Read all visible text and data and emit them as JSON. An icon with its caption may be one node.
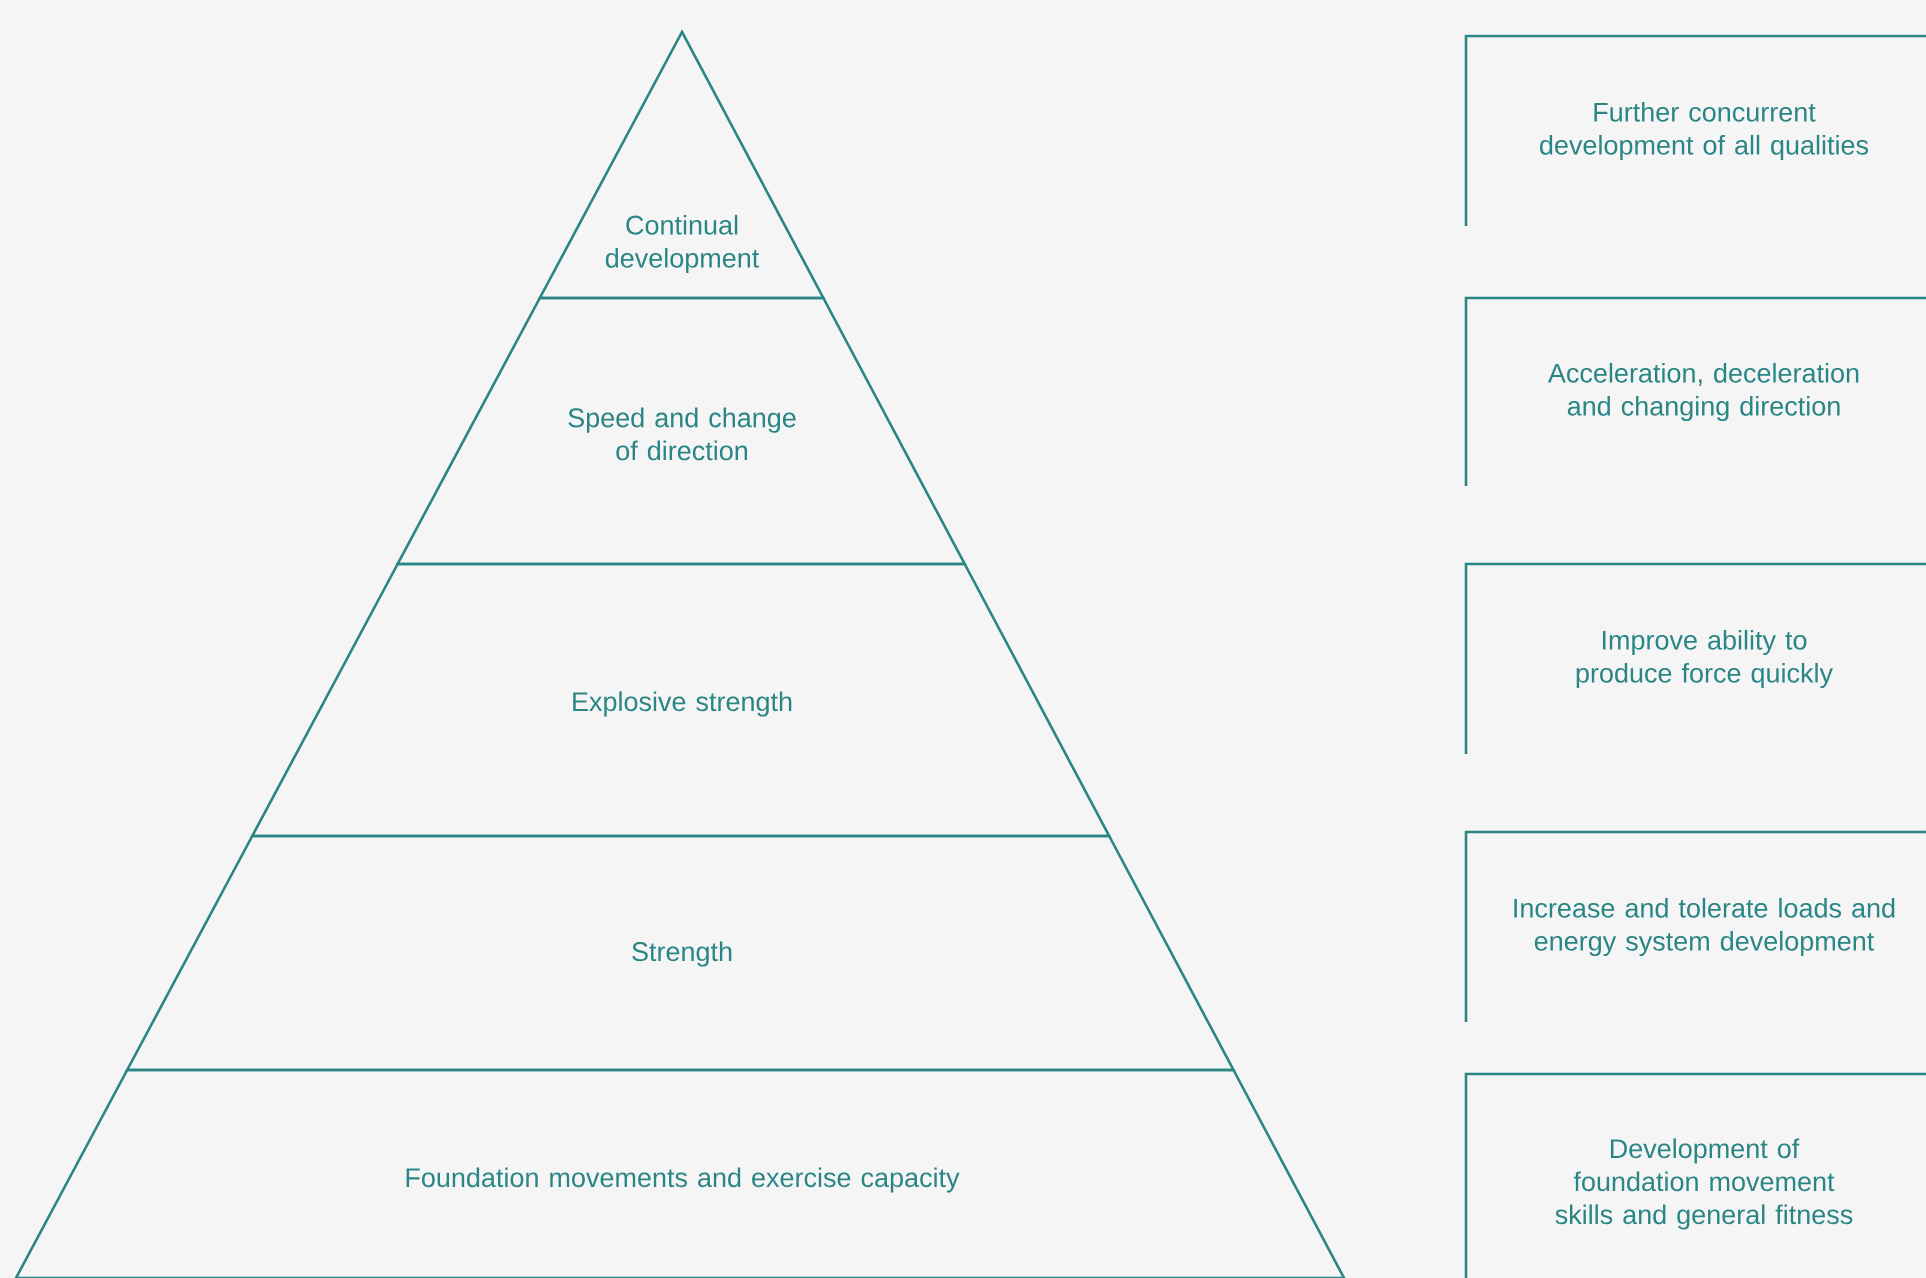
{
  "diagram": {
    "nodes": [
      {
        "text": [
          "Continual development"
        ]
      },
      {
        "text": [
          "Speed and change of direction"
        ]
      },
      {
        "text": [
          "Explosive strength"
        ]
      },
      {
        "text": [
          "Strength"
        ]
      },
      {
        "text": [
          "Foundation movements and exercise capacity"
        ]
      },
      {
        "text": [
          "Further concurrent development of all qualities"
        ]
      },
      {
        "text": [
          "Acceleration, deceleration and changing direction"
        ]
      },
      {
        "text": [
          "Improve ability to produce force quickly"
        ]
      },
      {
        "text": [
          "Increase and tolerate loads and energy system development"
        ]
      },
      {
        "text": [
          "Development of foundation movement skills and general fitness"
        ]
      }
    ]
  }
}
